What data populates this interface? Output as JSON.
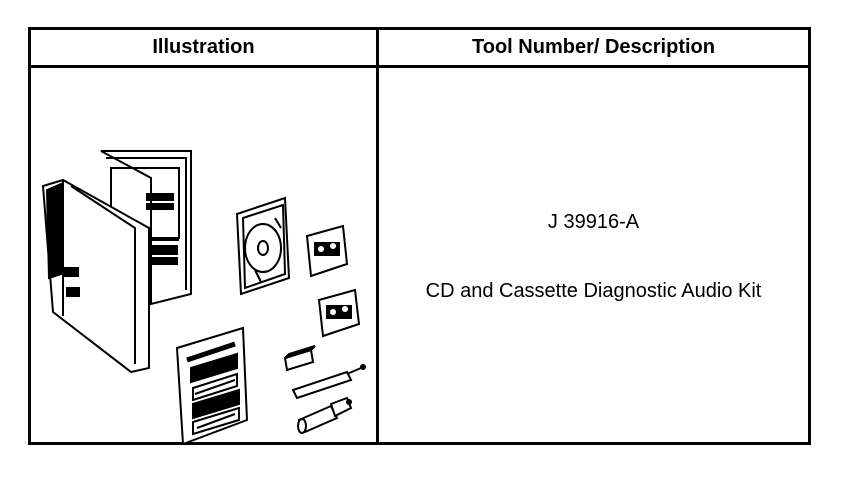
{
  "table": {
    "headers": {
      "illustration": "Illustration",
      "tool": "Tool Number/ Description"
    },
    "rows": [
      {
        "tool_number": "J 39916-A",
        "description": "CD and Cassette Diagnostic Audio Kit",
        "illustration_icon": "audio-diagnostic-kit-icon"
      }
    ]
  }
}
